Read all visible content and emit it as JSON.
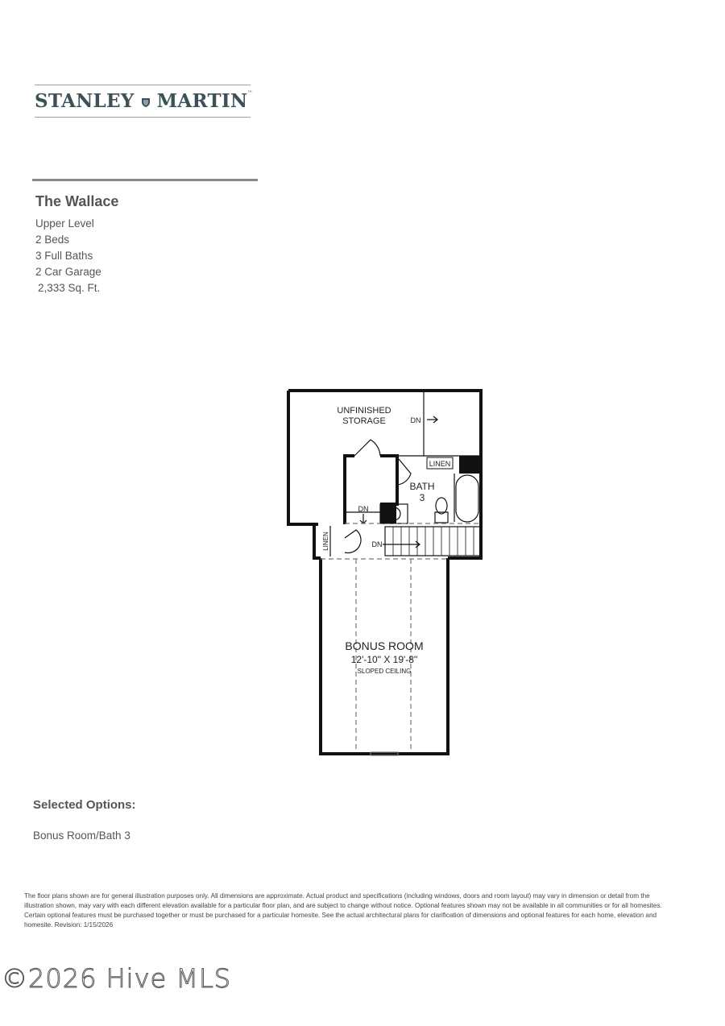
{
  "brand": {
    "logo_left": "STANLEY",
    "logo_right": "MARTIN",
    "trademark": "™",
    "color": "#3c5058"
  },
  "plan": {
    "name": "The Wallace",
    "specs": [
      "Upper Level",
      "2 Beds",
      "3 Full Baths",
      "2 Car Garage",
      "2,333 Sq. Ft."
    ]
  },
  "floorplan": {
    "rooms": {
      "storage_line1": "UNFINISHED",
      "storage_line2": "STORAGE",
      "storage_dn": "DN",
      "linen_top": "LINEN",
      "bath_line1": "BATH",
      "bath_line2": "3",
      "hall_dn": "DN",
      "stair_dn": "DN",
      "linen_side": "LINEN",
      "bonus_name": "BONUS ROOM",
      "bonus_dims": "12'-10\" X 19'-8\"",
      "bonus_note": "SLOPED CEILING"
    }
  },
  "options": {
    "title": "Selected Options:",
    "items": [
      "Bonus Room/Bath 3"
    ]
  },
  "disclaimer": "The floor plans shown are for general illustration purposes only. All dimensions are approximate. Actual product and specifications (including windows, doors and room layout) may vary in dimension or detail from the illustration shown, may vary with each different elevation available for a particular floor plan, and are subject to change without notice. Optional features shown may not be available in all communities or for all homesites. Certain optional features must be purchased together or must be purchased for a particular homesite. See the actual architectural plans for clarification of dimensions and optional features for each home, elevation and homesite. Revision: 1/15/2026",
  "watermark": "©2026 Hive MLS"
}
